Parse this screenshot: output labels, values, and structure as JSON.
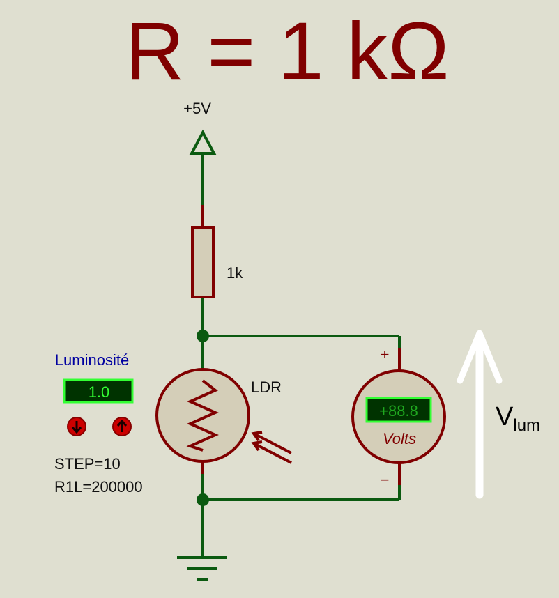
{
  "title": "R = 1 kΩ",
  "supply_label": "+5V",
  "resistor_value": "1k",
  "ldr_label": "LDR",
  "slider": {
    "label": "Luminosité",
    "value": "1.0",
    "decrement_icon": "arrow-down-icon",
    "increment_icon": "arrow-up-icon"
  },
  "ldr_props": [
    "STEP=10",
    "R1L=200000"
  ],
  "voltmeter": {
    "reading": "+88.8",
    "unit": "Volts",
    "plus": "+",
    "minus": "−"
  },
  "output_label": {
    "main": "V",
    "subscript": "lum"
  },
  "colors": {
    "background": "#dfdfd0",
    "wire": "#0b5a10",
    "component": "#800000",
    "component_fill": "#d4ceb8",
    "lcd_bg": "#003300",
    "lcd_text": "#33ff33"
  }
}
